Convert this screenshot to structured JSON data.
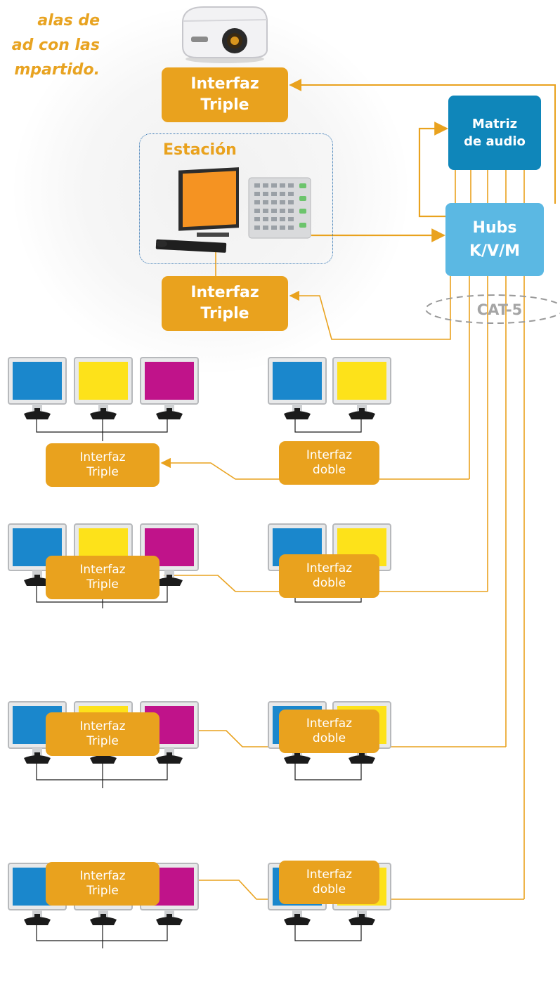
{
  "intro_text": "alas de\nad con las\nmpartido.",
  "projector_interface": "Interfaz\nTriple",
  "station": {
    "title": "Estación",
    "interface": "Interfaz\nTriple"
  },
  "audio_matrix": "Matriz\nde audio",
  "hubs": "Hubs\nK/V/M",
  "cable": "CAT-5",
  "rows": [
    {
      "triple_interface": "Interfaz\nTriple",
      "double_interface": "Interfaz\ndoble",
      "triple_monitors": [
        "blue",
        "yellow",
        "magenta"
      ],
      "double_monitors": [
        "blue",
        "yellow"
      ]
    },
    {
      "triple_interface": "Interfaz\nTriple",
      "double_interface": "Interfaz\ndoble",
      "triple_monitors": [
        "blue",
        "yellow",
        "magenta"
      ],
      "double_monitors": [
        "blue",
        "yellow"
      ]
    },
    {
      "triple_interface": "Interfaz\nTriple",
      "double_interface": "Interfaz\ndoble",
      "triple_monitors": [
        "blue",
        "yellow",
        "magenta"
      ],
      "double_monitors": [
        "blue",
        "yellow"
      ]
    },
    {
      "triple_interface": "Interfaz\nTriple",
      "double_interface": "Interfaz\ndoble",
      "triple_monitors": [
        "blue",
        "yellow",
        "magenta"
      ],
      "double_monitors": [
        "blue",
        "yellow"
      ]
    }
  ],
  "colors": {
    "interface": "#e9a21e",
    "wire": "#e9a21e",
    "matrix": "#0f86ba",
    "hubs": "#5bb8e3",
    "monitor_blue": "#1a87cc",
    "monitor_yellow": "#fde21a",
    "monitor_magenta": "#c0138a"
  }
}
